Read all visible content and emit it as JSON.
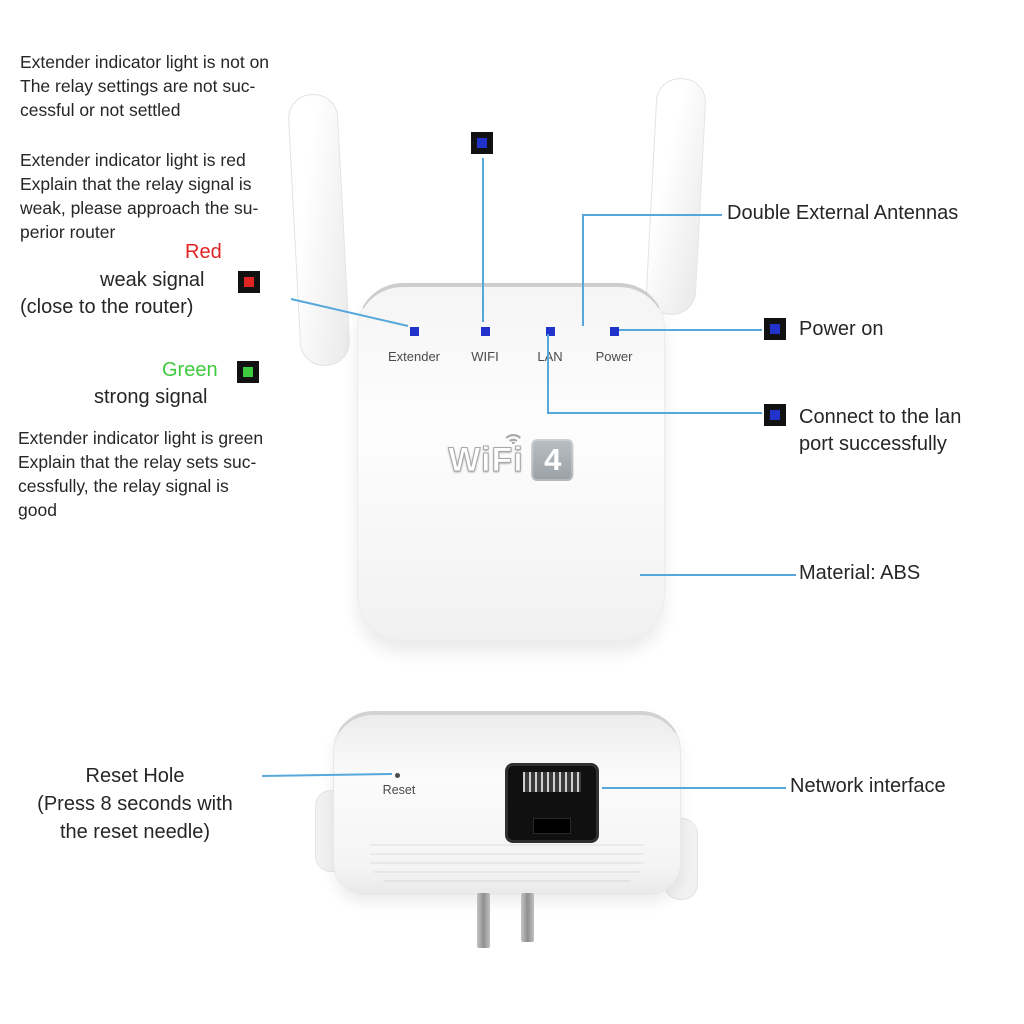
{
  "colors": {
    "connector_blue": "#56a8dc",
    "marker_black": "#111111",
    "led_blue": "#2233cc",
    "indicator_red": "#e02424",
    "indicator_green": "#3ecb3e"
  },
  "annotations": {
    "not_on": "Extender indicator light is not on\nThe relay settings are not suc-\ncessful or not settled",
    "red_info": "Extender indicator light is red\nExplain that the relay signal is\nweak, please approach the su-\nperior router",
    "red_label": "Red",
    "weak_signal": "weak signal",
    "close_router": "(close to the router)",
    "green_label": "Green",
    "strong_signal": "strong signal",
    "green_info": "Extender indicator light is green\nExplain that the relay sets suc-\ncessfully, the relay signal is\ngood",
    "antennas": "Double External Antennas",
    "power_on": "Power on",
    "lan_connect": "Connect to the lan\nport successfully",
    "material": "Material: ABS",
    "reset_hole": "Reset Hole\n(Press 8 seconds with\nthe reset needle)",
    "network_interface": "Network interface"
  },
  "device": {
    "led_labels": [
      "Extender",
      "WIFI",
      "LAN",
      "Power"
    ],
    "logo_text": "WiFi",
    "logo_number": "4",
    "reset_label": "Reset"
  }
}
